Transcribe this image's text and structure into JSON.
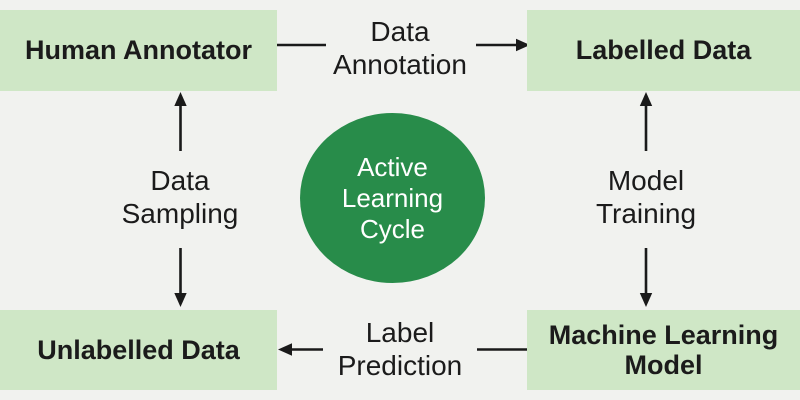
{
  "center": {
    "label": "Active Learning Cycle"
  },
  "nodes": {
    "human_annotator": {
      "label": "Human Annotator"
    },
    "labelled_data": {
      "label": "Labelled Data"
    },
    "unlabelled_data": {
      "label": "Unlabelled Data"
    },
    "machine_learning_model": {
      "label": "Machine Learning Model"
    }
  },
  "edges": {
    "data_annotation": {
      "label": "Data Annotation",
      "from": "human_annotator",
      "to": "labelled_data"
    },
    "model_training": {
      "label": "Model Training",
      "from": "labelled_data",
      "to": "machine_learning_model"
    },
    "label_prediction": {
      "label": "Label Prediction",
      "from": "machine_learning_model",
      "to": "unlabelled_data"
    },
    "data_sampling": {
      "label": "Data Sampling",
      "from": "unlabelled_data",
      "to": "human_annotator"
    }
  },
  "colors": {
    "background": "#f1f2ef",
    "node_fill": "#cfe7c6",
    "circle_fill": "#288c4a",
    "text": "#1b1b1b",
    "circle_text": "#ffffff",
    "arrow": "#1a1a1a"
  }
}
